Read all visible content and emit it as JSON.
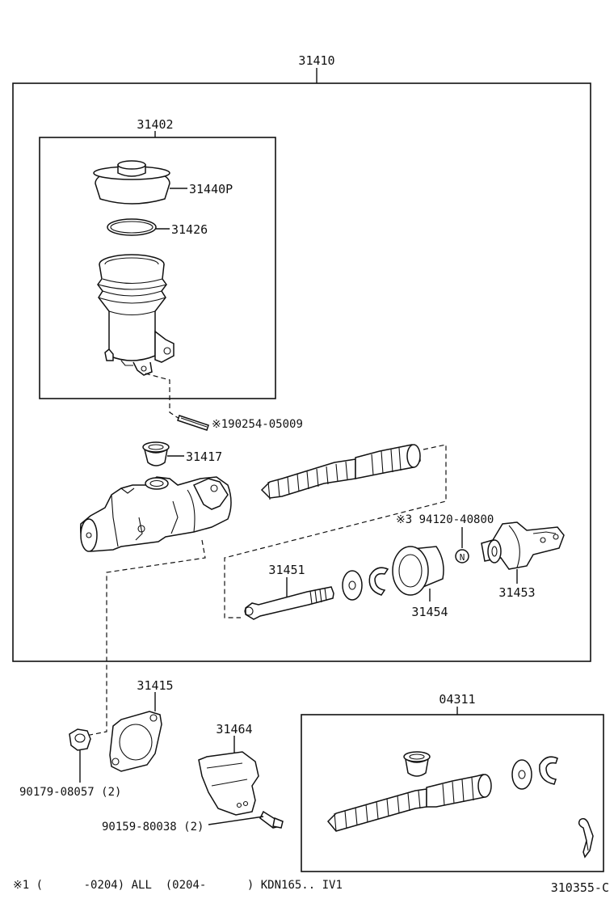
{
  "labels": {
    "assy": "31410",
    "reservoir_set": "31402",
    "cap": "31440P",
    "gasket": "31426",
    "pin": "※190254-05009",
    "grommet": "31417",
    "n_clip": "※3 94120-40800",
    "push_rod": "31451",
    "boot": "31454",
    "clevis": "31453",
    "gasket_plate": "31415",
    "nut": "90179-08057 (2)",
    "bracket": "31464",
    "bolt": "90159-80038 (2)",
    "kit": "04311"
  },
  "n_marker": "N",
  "footnote": "※1 (      -0204) ALL  (0204-      ) KDN165.. IV1",
  "diagram_id": "310355-C"
}
